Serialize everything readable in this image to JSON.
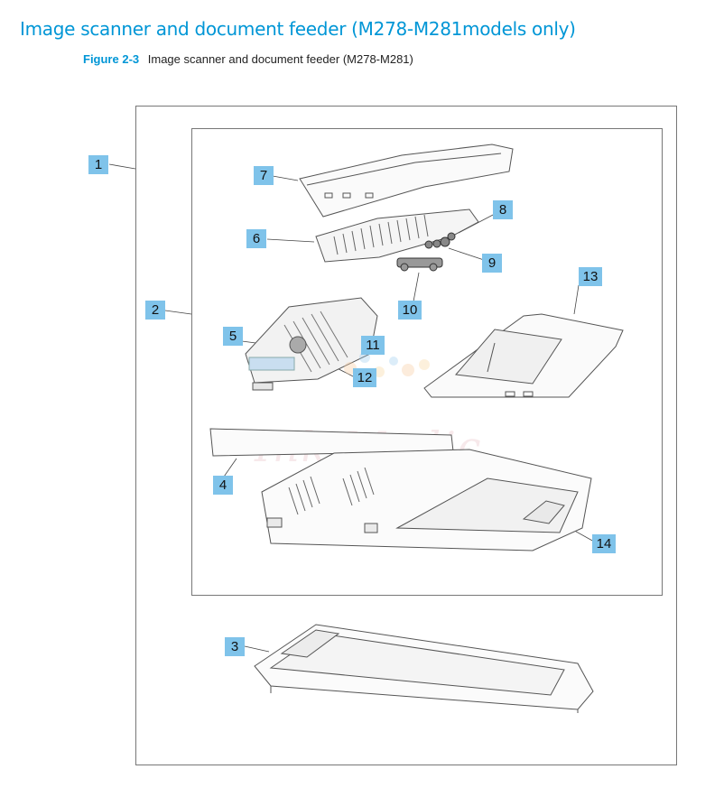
{
  "header": {
    "title": "Image scanner and document feeder (M278-M281models only)",
    "figure_number": "Figure 2-3",
    "figure_caption": "Image scanner and document feeder (M278-M281)"
  },
  "watermark": "Ink Medic",
  "callouts": {
    "c1": "1",
    "c2": "2",
    "c3": "3",
    "c4": "4",
    "c5": "5",
    "c6": "6",
    "c7": "7",
    "c8": "8",
    "c9": "9",
    "c10": "10",
    "c11": "11",
    "c12": "12",
    "c13": "13",
    "c14": "14"
  },
  "colors": {
    "accent": "#0096d6",
    "callout_fill": "#7fc3ea"
  }
}
